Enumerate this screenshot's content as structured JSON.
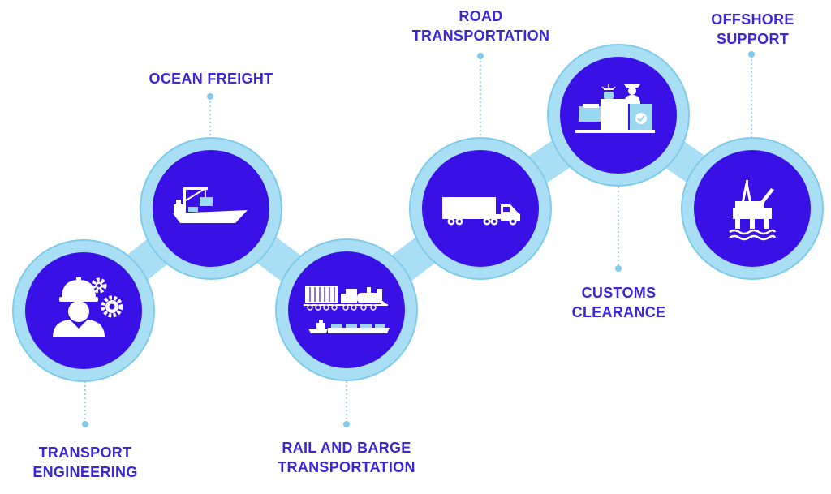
{
  "colors": {
    "circle": "#3910e6",
    "ring": "#a9dff4",
    "ring_edge": "#7fcbe9",
    "text": "#3b27d6",
    "dot": "#7fcbe9"
  },
  "steps": [
    {
      "icon": "engineer-gears-icon",
      "label_lines": [
        "TRANSPORT",
        "ENGINEERING"
      ]
    },
    {
      "icon": "cargo-ship-icon",
      "label_lines": [
        "OCEAN FREIGHT"
      ]
    },
    {
      "icon": "train-barge-icon",
      "label_lines": [
        "RAIL AND BARGE",
        "TRANSPORTATION"
      ]
    },
    {
      "icon": "truck-icon",
      "label_lines": [
        "ROAD",
        "TRANSPORTATION"
      ]
    },
    {
      "icon": "customs-officer-icon",
      "label_lines": [
        "CUSTOMS",
        "CLEARANCE"
      ]
    },
    {
      "icon": "oil-rig-icon",
      "label_lines": [
        "OFFSHORE",
        "SUPPORT"
      ]
    }
  ]
}
